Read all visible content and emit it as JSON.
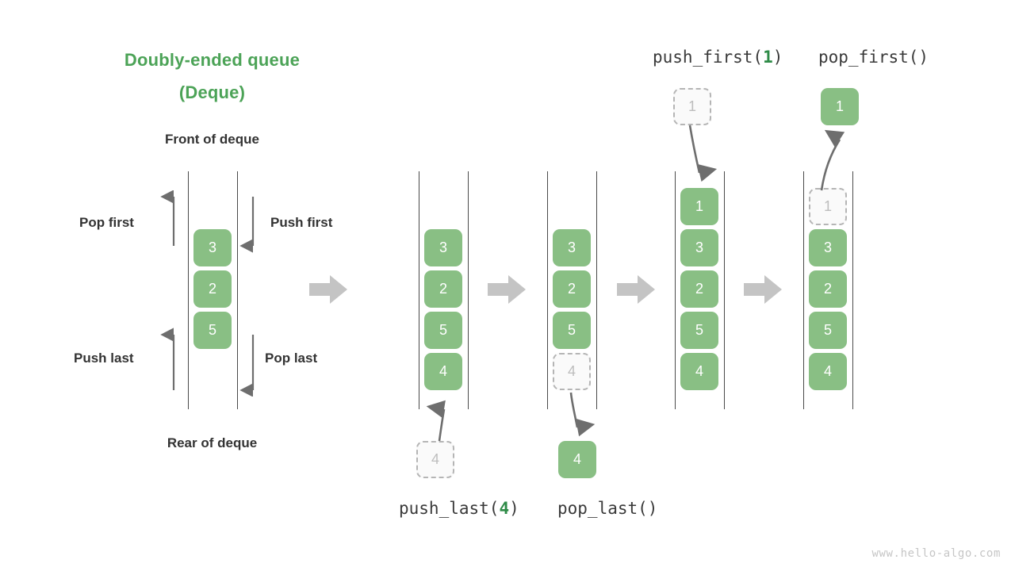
{
  "title": {
    "line1": "Doubly-ended queue",
    "line2": "(Deque)",
    "color": "#4CA357"
  },
  "labels": {
    "front": "Front of deque",
    "rear": "Rear of deque",
    "pop_first": "Pop first",
    "push_first": "Push first",
    "push_last": "Push last",
    "pop_last": "Pop last"
  },
  "operations": {
    "push_first": {
      "name": "push_first(",
      "arg": "1",
      "close": ")"
    },
    "pop_first": {
      "name": "pop_first()",
      "arg": "",
      "close": ""
    },
    "push_last": {
      "name": "push_last(",
      "arg": "4",
      "close": ")"
    },
    "pop_last": {
      "name": "pop_last()",
      "arg": "",
      "close": ""
    }
  },
  "colors": {
    "cell_fill": "#89bf84",
    "cell_text": "#ffffff",
    "ghost_fill": "#fafafa",
    "ghost_border": "#b5b5b5",
    "ghost_text": "#bdbdbd",
    "rail": "#4a4a4a",
    "step_arrow": "#c4c4c4",
    "motion_arrow": "#6e6e6e",
    "label_text": "#333333",
    "accent_green": "#2e8b47",
    "watermark": "#c6c6c6"
  },
  "columns": [
    {
      "id": "initial",
      "cells": [
        {
          "value": "3",
          "state": "filled"
        },
        {
          "value": "2",
          "state": "filled"
        },
        {
          "value": "5",
          "state": "filled"
        }
      ]
    },
    {
      "id": "after-push-last",
      "cells": [
        {
          "value": "3",
          "state": "filled"
        },
        {
          "value": "2",
          "state": "filled"
        },
        {
          "value": "5",
          "state": "filled"
        },
        {
          "value": "4",
          "state": "filled"
        }
      ]
    },
    {
      "id": "before-pop-last",
      "cells": [
        {
          "value": "3",
          "state": "filled"
        },
        {
          "value": "2",
          "state": "filled"
        },
        {
          "value": "5",
          "state": "filled"
        },
        {
          "value": "4",
          "state": "ghost"
        }
      ]
    },
    {
      "id": "after-push-first",
      "cells": [
        {
          "value": "1",
          "state": "filled"
        },
        {
          "value": "3",
          "state": "filled"
        },
        {
          "value": "2",
          "state": "filled"
        },
        {
          "value": "5",
          "state": "filled"
        },
        {
          "value": "4",
          "state": "filled"
        }
      ]
    },
    {
      "id": "before-pop-first",
      "cells": [
        {
          "value": "1",
          "state": "ghost"
        },
        {
          "value": "3",
          "state": "filled"
        },
        {
          "value": "2",
          "state": "filled"
        },
        {
          "value": "5",
          "state": "filled"
        },
        {
          "value": "4",
          "state": "filled"
        }
      ]
    }
  ],
  "floating_cells": {
    "push_last_source": {
      "value": "4",
      "state": "ghost"
    },
    "pop_last_result": {
      "value": "4",
      "state": "filled"
    },
    "push_first_source": {
      "value": "1",
      "state": "ghost"
    },
    "pop_first_result": {
      "value": "1",
      "state": "filled"
    }
  },
  "watermark": "www.hello-algo.com"
}
